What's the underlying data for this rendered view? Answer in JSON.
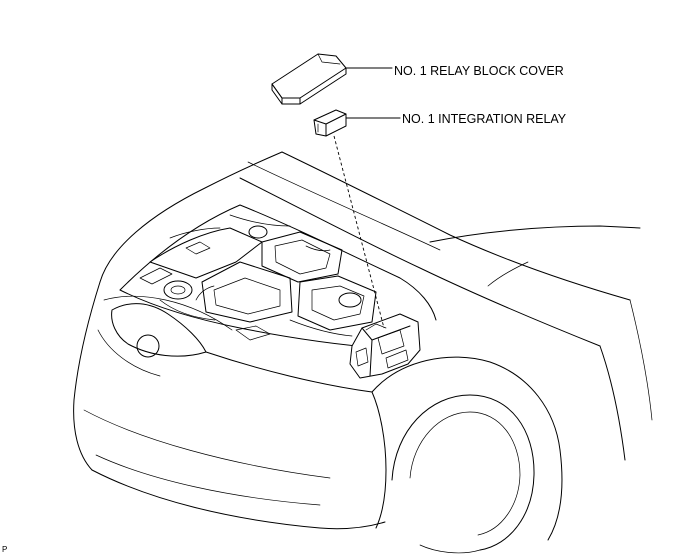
{
  "callouts": {
    "relay_block_cover": "NO. 1 RELAY BLOCK COVER",
    "integration_relay": "NO. 1 INTEGRATION RELAY"
  },
  "figure_code": "P",
  "colors": {
    "line": "#000000",
    "background": "#ffffff"
  }
}
